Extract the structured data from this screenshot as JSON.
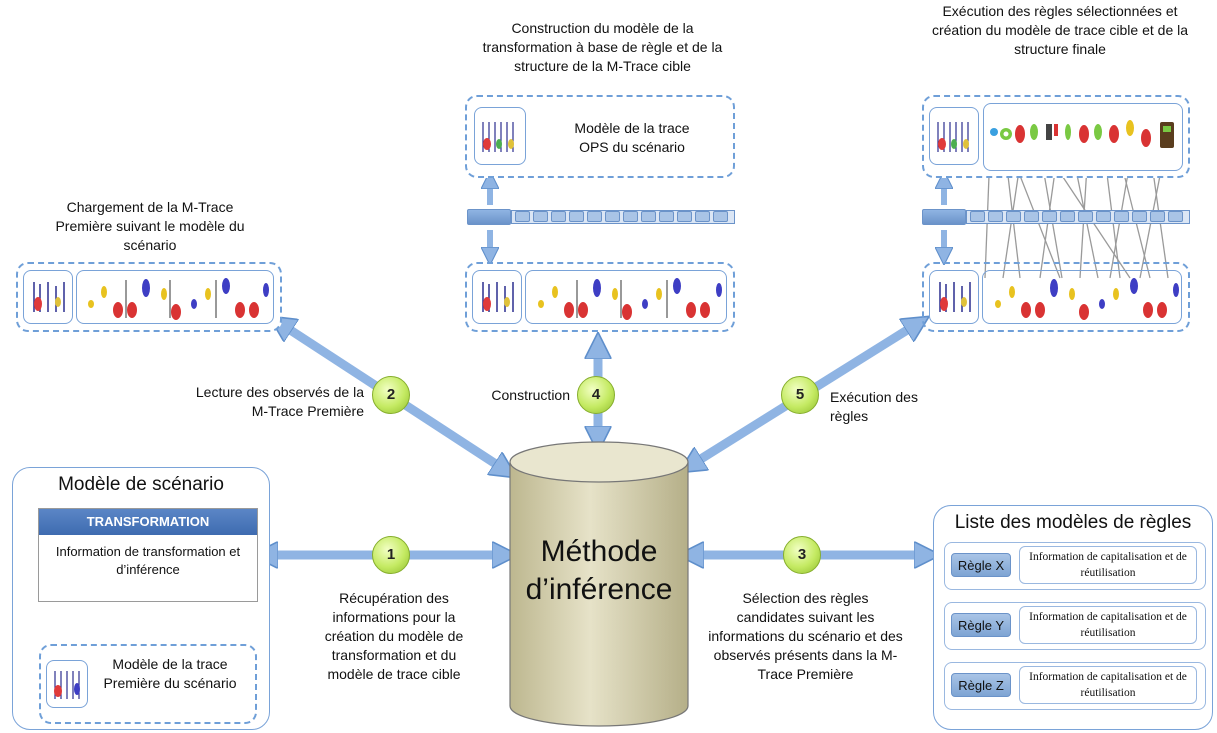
{
  "central": {
    "line1": "Méthode",
    "line2": "d’inférence"
  },
  "steps": {
    "s1": {
      "number": "1",
      "caption": "Récupération des informations pour la création du modèle de transformation et du modèle de trace cible"
    },
    "s2": {
      "number": "2",
      "caption": "Lecture des observés de la M-Trace Première"
    },
    "s3": {
      "number": "3",
      "caption": "Sélection des règles candidates suivant les informations du scénario et des observés présents dans la M-Trace Première"
    },
    "s4": {
      "number": "4",
      "caption": "Construction"
    },
    "s5": {
      "number": "5",
      "caption": "Exécution des règles"
    }
  },
  "top_captions": {
    "chargement": "Chargement de la M-Trace Première suivant le modèle du scénario",
    "construction": "Construction du modèle de la transformation à base de règle et de la structure de la M-Trace cible",
    "execution": "Exécution des règles sélectionnées et création du modèle de trace cible et de la structure finale"
  },
  "trace_model_ops": {
    "line1": "Modèle de la trace",
    "line2": "OPS du scénario"
  },
  "scenario_panel": {
    "title": "Modèle de scénario",
    "transformation_header": "TRANSFORMATION",
    "transformation_body": "Information de transformation et d’inférence",
    "trace_model": "Modèle de la trace Première du scénario"
  },
  "rules_panel": {
    "title": "Liste des modèles de règles",
    "rules": [
      {
        "label": "Règle X",
        "info": "Information de capitalisation et de réutilisation"
      },
      {
        "label": "Règle Y",
        "info": "Information de capitalisation et de réutilisation"
      },
      {
        "label": "Règle Z",
        "info": "Information de capitalisation et de réutilisation"
      }
    ]
  },
  "colors": {
    "arrow": "#8fb4e3",
    "dashed_border": "#6f9fd8",
    "badge": "#c4ea62",
    "cylinder": "#dcd7b6"
  }
}
